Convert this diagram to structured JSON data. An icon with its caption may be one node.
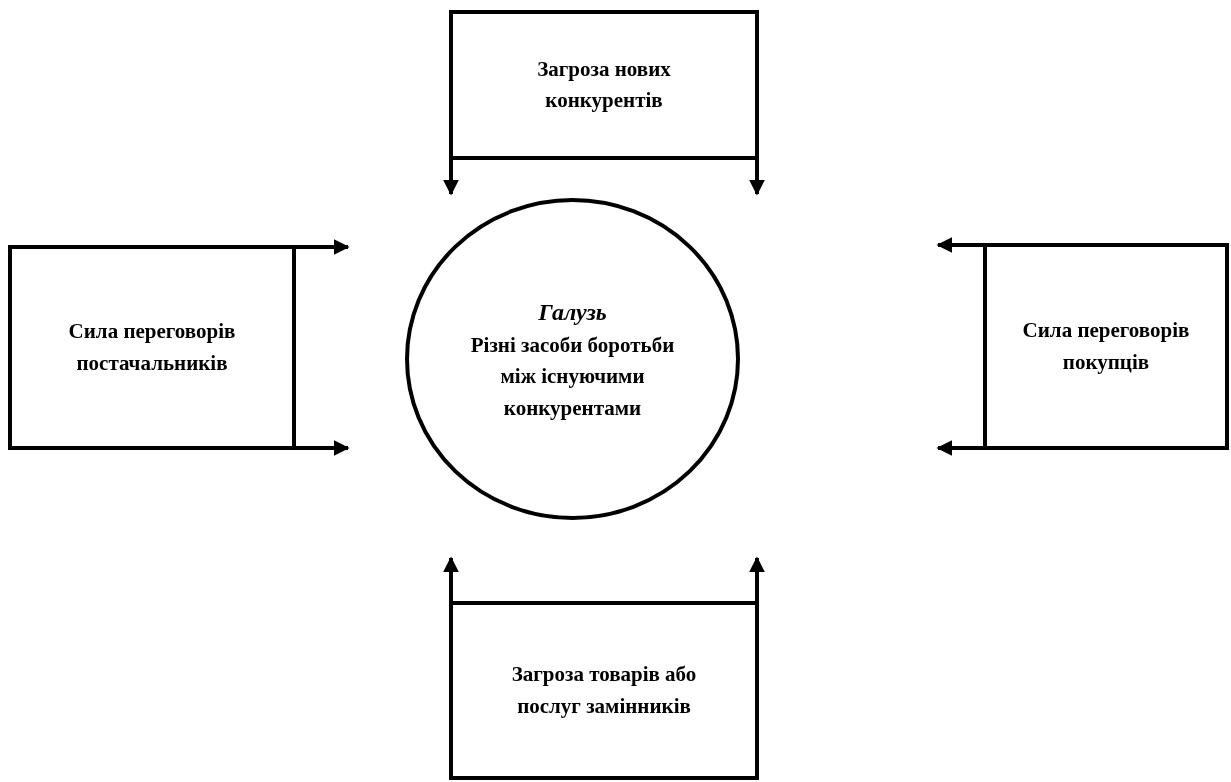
{
  "diagram": {
    "nodes": [
      {
        "text": [
          "Загроза нових конкурентів"
        ]
      },
      {
        "text": [
          "Сила переговорів постачальників"
        ]
      },
      {
        "text": [
          "Галузь",
          "Різні засоби боротьби між існуючими конкурентами"
        ]
      },
      {
        "text": [
          "Сила переговорів покупців"
        ]
      },
      {
        "text": [
          "Загроза товарів або послуг замінників"
        ]
      }
    ],
    "edges": [
      {
        "from": 0,
        "to": null,
        "arrow": "to"
      },
      {
        "from": 0,
        "to": null,
        "arrow": "to"
      },
      {
        "from": 1,
        "to": null,
        "arrow": "to"
      },
      {
        "from": 1,
        "to": null,
        "arrow": "to"
      },
      {
        "from": 3,
        "to": null,
        "arrow": "to"
      },
      {
        "from": 3,
        "to": null,
        "arrow": "to"
      },
      {
        "from": 4,
        "to": null,
        "arrow": "to"
      },
      {
        "from": 4,
        "to": null,
        "arrow": "to"
      }
    ]
  }
}
